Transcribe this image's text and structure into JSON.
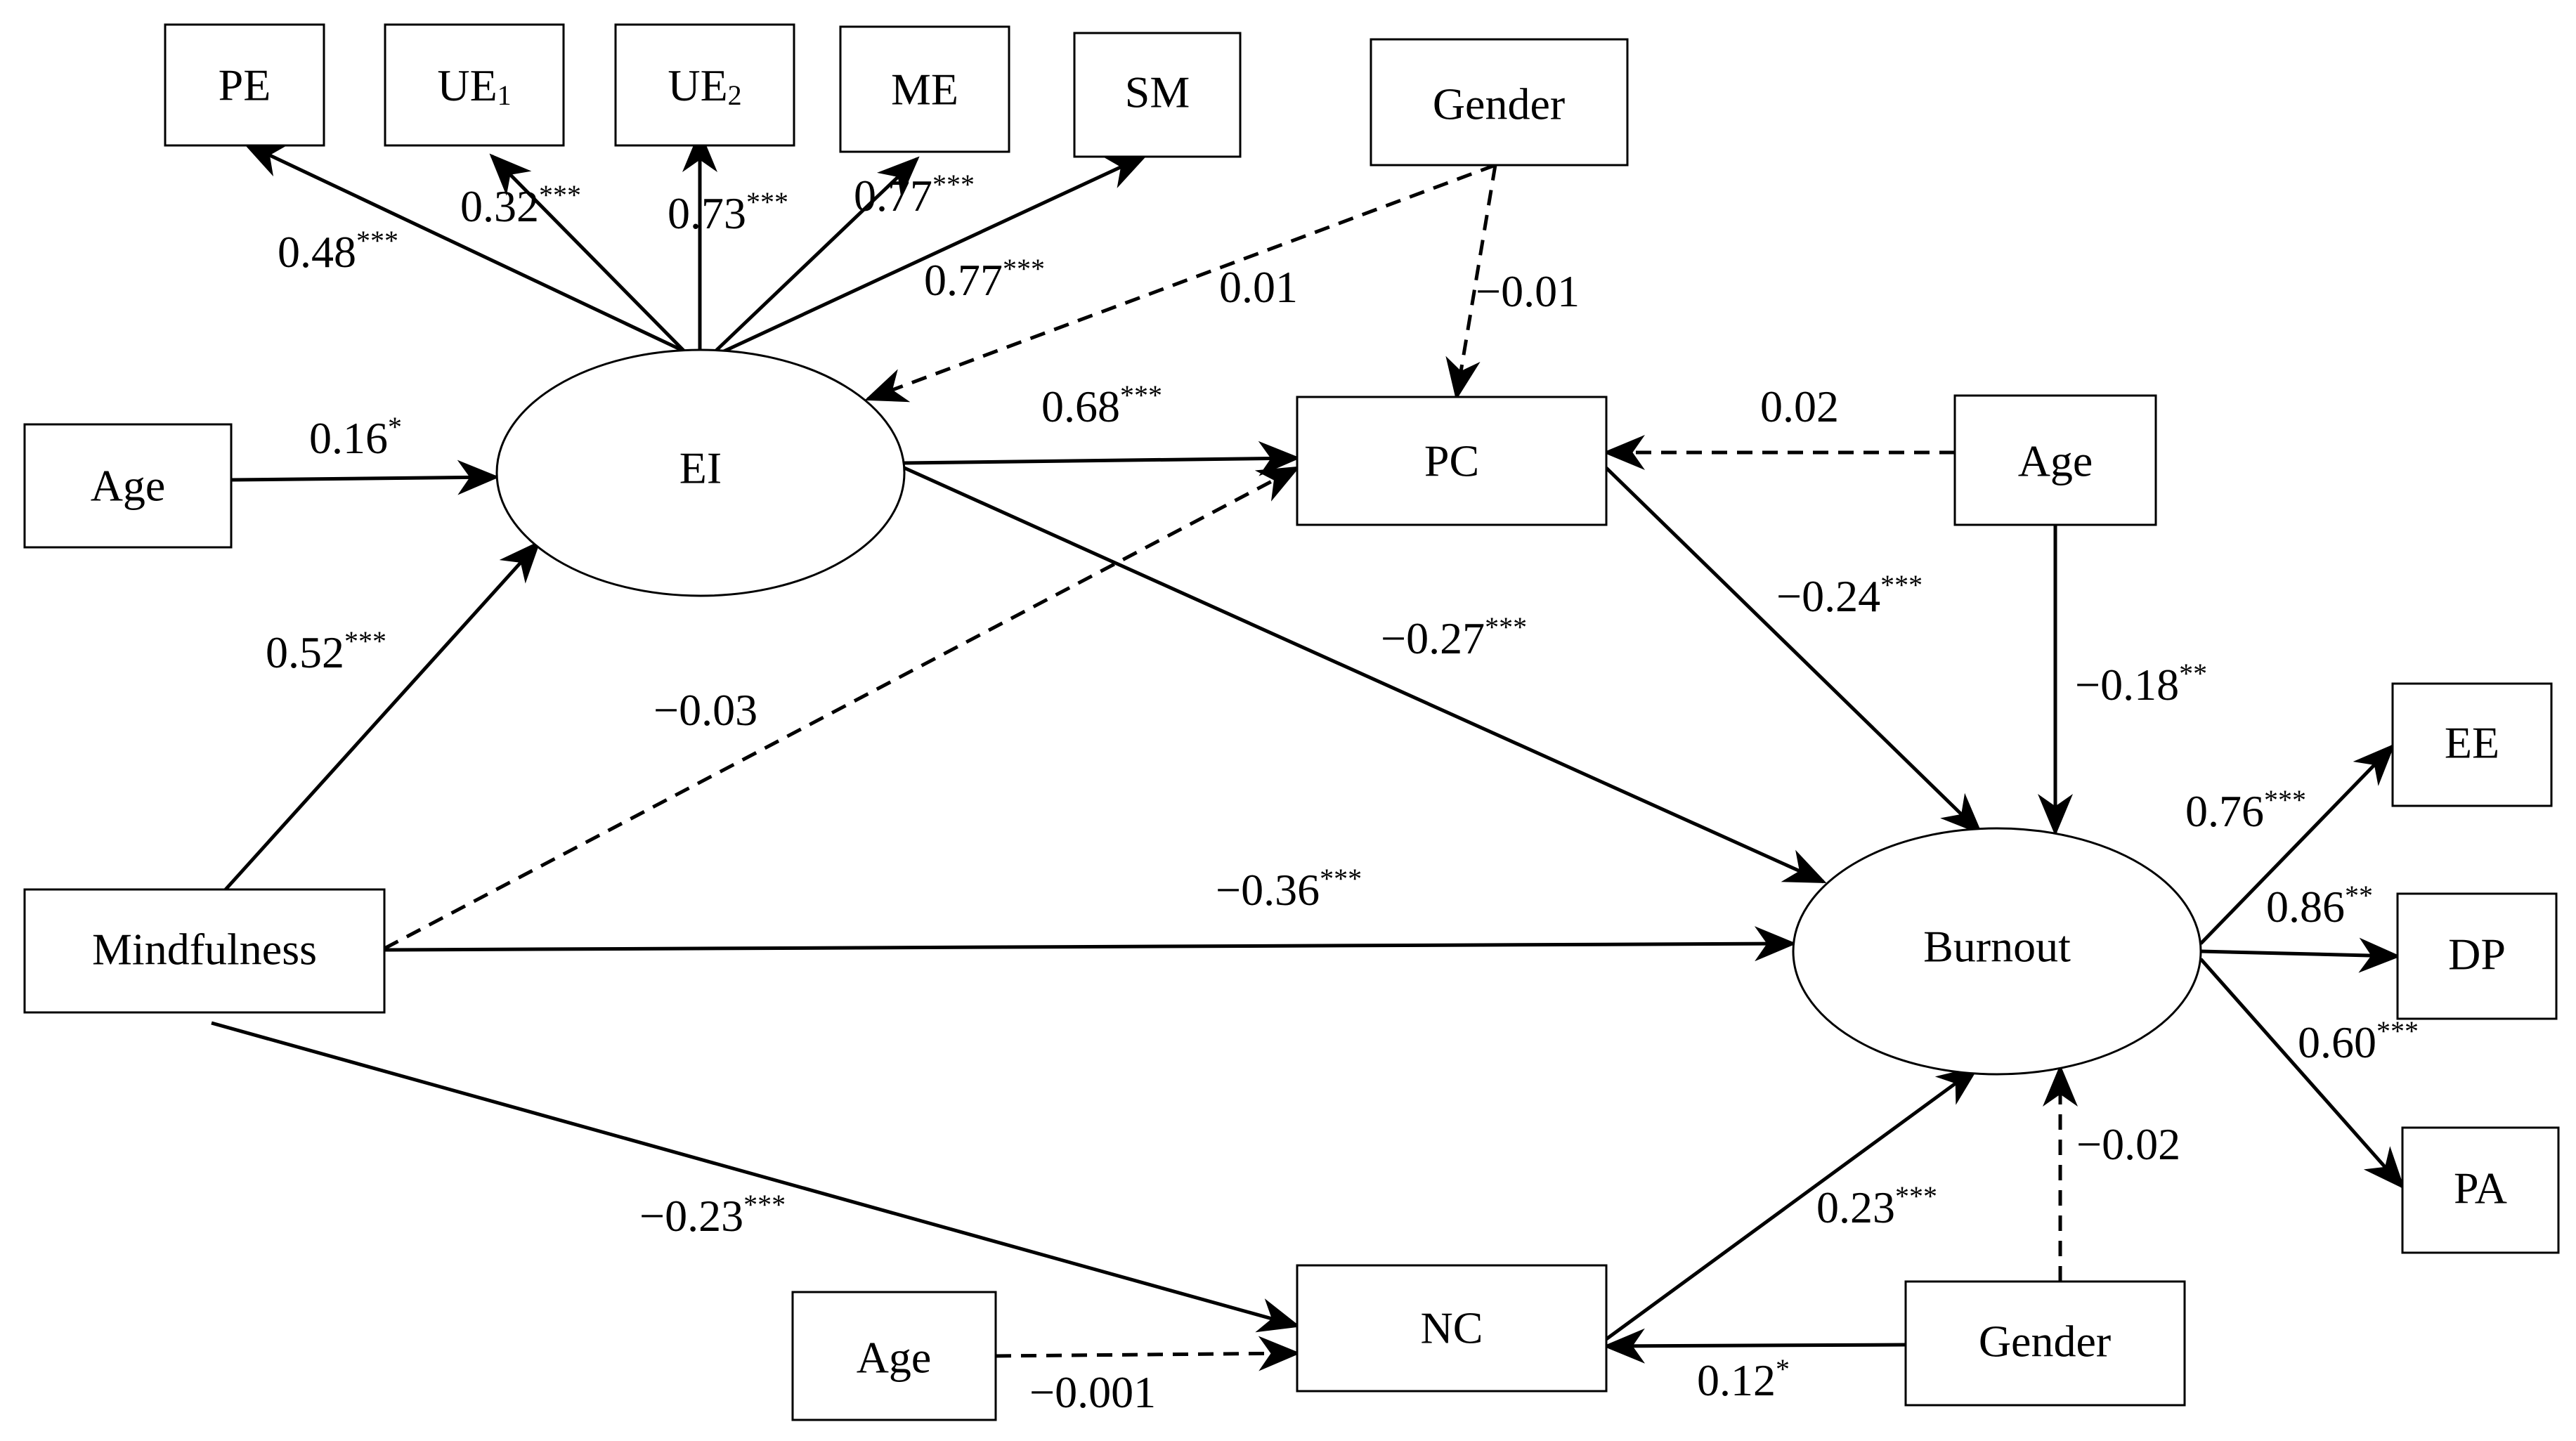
{
  "nodes": {
    "pe": {
      "label": "PE"
    },
    "ue1": {
      "label": "UE",
      "sub": "1"
    },
    "ue2": {
      "label": "UE",
      "sub": "2"
    },
    "me": {
      "label": "ME"
    },
    "sm": {
      "label": "SM"
    },
    "gender_top": {
      "label": "Gender"
    },
    "age_left": {
      "label": "Age"
    },
    "ei": {
      "label": "EI"
    },
    "pc": {
      "label": "PC"
    },
    "age_right": {
      "label": "Age"
    },
    "mindfulness": {
      "label": "Mindfulness"
    },
    "burnout": {
      "label": "Burnout"
    },
    "ee": {
      "label": "EE"
    },
    "dp": {
      "label": "DP"
    },
    "pa": {
      "label": "PA"
    },
    "nc": {
      "label": "NC"
    },
    "age_bottom": {
      "label": "Age"
    },
    "gender_bottom": {
      "label": "Gender"
    }
  },
  "edges": [
    {
      "id": "ei-pe",
      "from": "EI",
      "to": "PE",
      "coef": "0.48",
      "sig": "***",
      "style": "solid"
    },
    {
      "id": "ei-ue1",
      "from": "EI",
      "to": "UE1",
      "coef": "0.32",
      "sig": "***",
      "style": "solid"
    },
    {
      "id": "ei-ue2",
      "from": "EI",
      "to": "UE2",
      "coef": "0.73",
      "sig": "***",
      "style": "solid"
    },
    {
      "id": "ei-me",
      "from": "EI",
      "to": "ME",
      "coef": "0.77",
      "sig": "***",
      "style": "solid"
    },
    {
      "id": "ei-sm",
      "from": "EI",
      "to": "SM",
      "coef": "0.77",
      "sig": "***",
      "style": "solid"
    },
    {
      "id": "gender-ei",
      "from": "Gender",
      "to": "EI",
      "coef": "0.01",
      "sig": "",
      "style": "dashed"
    },
    {
      "id": "gender-pc",
      "from": "Gender",
      "to": "PC",
      "coef": "−0.01",
      "sig": "",
      "style": "dashed"
    },
    {
      "id": "age-ei",
      "from": "Age",
      "to": "EI",
      "coef": "0.16",
      "sig": "*",
      "style": "solid"
    },
    {
      "id": "ei-pc",
      "from": "EI",
      "to": "PC",
      "coef": "0.68",
      "sig": "***",
      "style": "solid"
    },
    {
      "id": "age-pc",
      "from": "Age",
      "to": "PC",
      "coef": "0.02",
      "sig": "",
      "style": "dashed"
    },
    {
      "id": "mind-ei",
      "from": "Mindfulness",
      "to": "EI",
      "coef": "0.52",
      "sig": "***",
      "style": "solid"
    },
    {
      "id": "mind-pc",
      "from": "Mindfulness",
      "to": "PC",
      "coef": "−0.03",
      "sig": "",
      "style": "dashed"
    },
    {
      "id": "ei-burnout",
      "from": "EI",
      "to": "Burnout",
      "coef": "−0.27",
      "sig": "***",
      "style": "solid"
    },
    {
      "id": "pc-burnout",
      "from": "PC",
      "to": "Burnout",
      "coef": "−0.24",
      "sig": "***",
      "style": "solid"
    },
    {
      "id": "age-burnout",
      "from": "Age",
      "to": "Burnout",
      "coef": "−0.18",
      "sig": "**",
      "style": "solid"
    },
    {
      "id": "mind-burnout",
      "from": "Mindfulness",
      "to": "Burnout",
      "coef": "−0.36",
      "sig": "***",
      "style": "solid"
    },
    {
      "id": "burnout-ee",
      "from": "Burnout",
      "to": "EE",
      "coef": "0.76",
      "sig": "***",
      "style": "solid"
    },
    {
      "id": "burnout-dp",
      "from": "Burnout",
      "to": "DP",
      "coef": "0.86",
      "sig": "**",
      "style": "solid"
    },
    {
      "id": "burnout-pa",
      "from": "Burnout",
      "to": "PA",
      "coef": "0.60",
      "sig": "***",
      "style": "solid"
    },
    {
      "id": "mind-nc",
      "from": "Mindfulness",
      "to": "NC",
      "coef": "−0.23",
      "sig": "***",
      "style": "solid"
    },
    {
      "id": "nc-burnout",
      "from": "NC",
      "to": "Burnout",
      "coef": "0.23",
      "sig": "***",
      "style": "solid"
    },
    {
      "id": "gender-burnout",
      "from": "Gender",
      "to": "Burnout",
      "coef": "−0.02",
      "sig": "",
      "style": "dashed"
    },
    {
      "id": "age-nc",
      "from": "Age",
      "to": "NC",
      "coef": "−0.001",
      "sig": "",
      "style": "dashed"
    },
    {
      "id": "gender-nc",
      "from": "Gender",
      "to": "NC",
      "coef": "0.12",
      "sig": "*",
      "style": "solid"
    }
  ]
}
